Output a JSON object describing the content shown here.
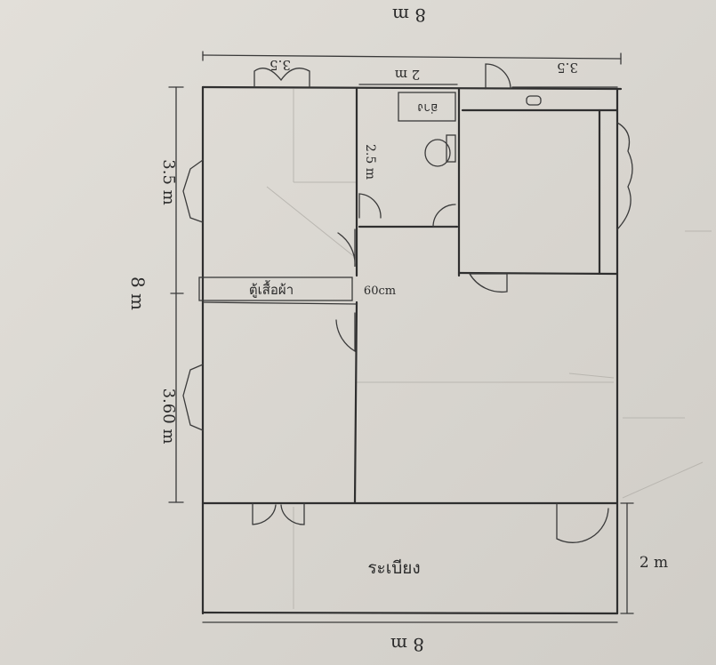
{
  "plan": {
    "dim_top": "8 m",
    "dim_bottom": "8 m",
    "dim_left_overall": "8 m",
    "dim_left_upper": "3.5 m",
    "dim_left_lower": "3.60 m",
    "dim_right_porch": "2 m",
    "dim_window_top_left": "3.5",
    "dim_window_top_right": "3.5",
    "dim_bath_width": "2 m",
    "dim_bath_depth": "2.5 m",
    "dim_wardrobe_depth": "60cm",
    "label_sink": "อ่าง",
    "label_wardrobe": "ตู้เสื้อผ้า",
    "label_porch": "ระเบียง"
  }
}
